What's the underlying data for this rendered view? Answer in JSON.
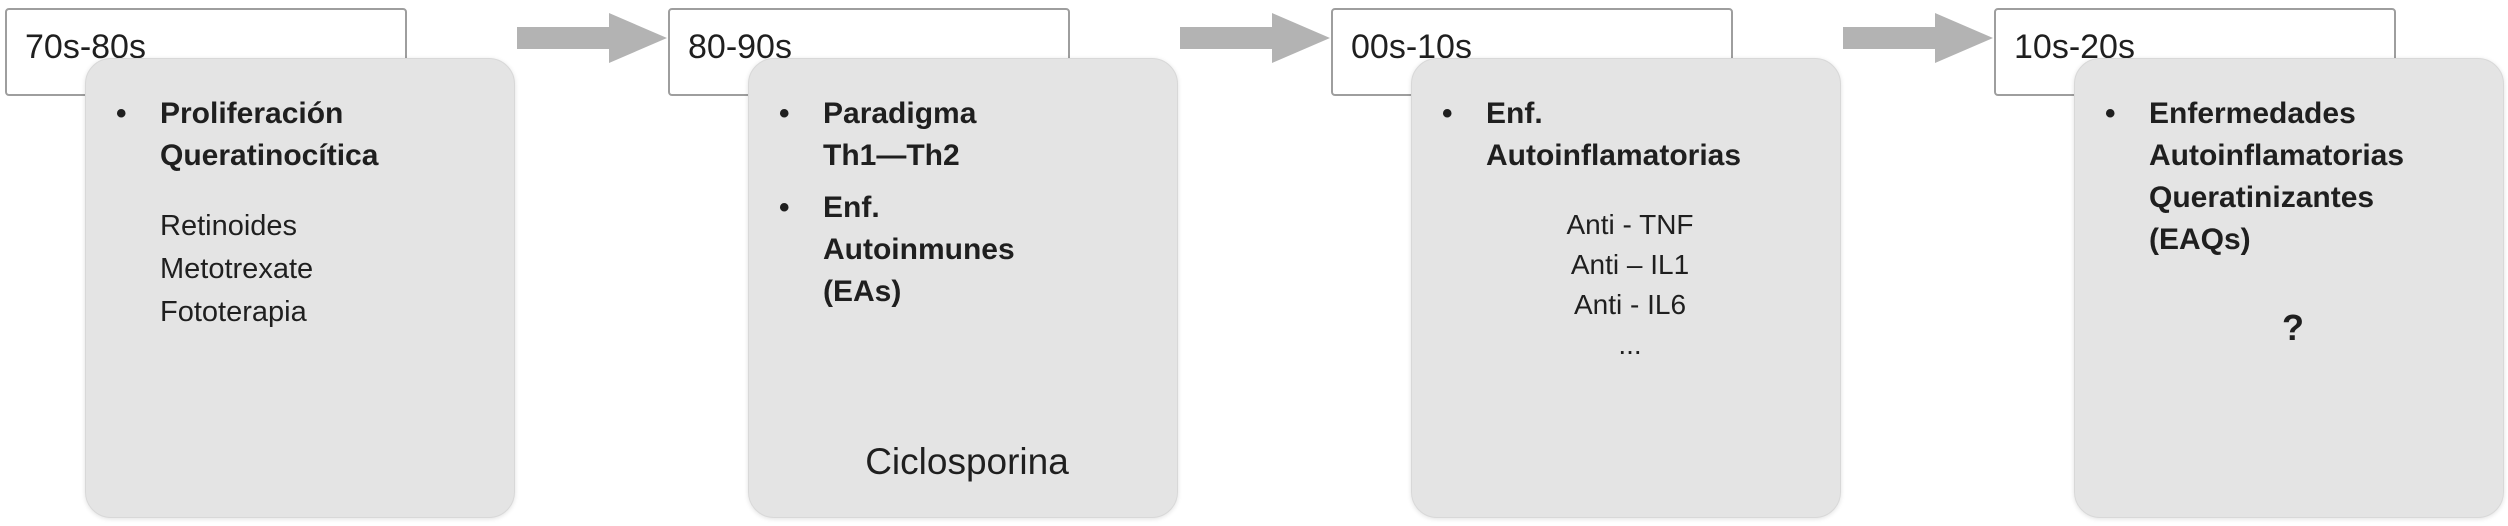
{
  "colors": {
    "card_background": "#e4e4e4",
    "arrow_fill": "#b3b3b3",
    "label_box_border": "#9e9e9e",
    "text": "#1f1f1f"
  },
  "icons": {
    "bullet": "•"
  },
  "eras": [
    {
      "label": "70s-80s",
      "bullets": [
        "Proliferación\nQueratinocítica"
      ],
      "lines": [
        "Retinoides",
        "Metotrexate",
        "Fototerapia"
      ]
    },
    {
      "label": "80-90s",
      "bullets": [
        "Paradigma\nTh1—Th2",
        "Enf.\nAutoinmunes\n(EAs)"
      ],
      "footer": "Ciclosporina"
    },
    {
      "label": "00s-10s",
      "bullets": [
        "Enf.\nAutoinflamatorias"
      ],
      "lines": [
        "Anti - TNF",
        "Anti – IL1",
        "Anti - IL6",
        "..."
      ]
    },
    {
      "label": "10s-20s",
      "bullets": [
        "Enfermedades\nAutoinflamatorias\nQueratinizantes\n(EAQs)"
      ],
      "footer": "?"
    }
  ]
}
